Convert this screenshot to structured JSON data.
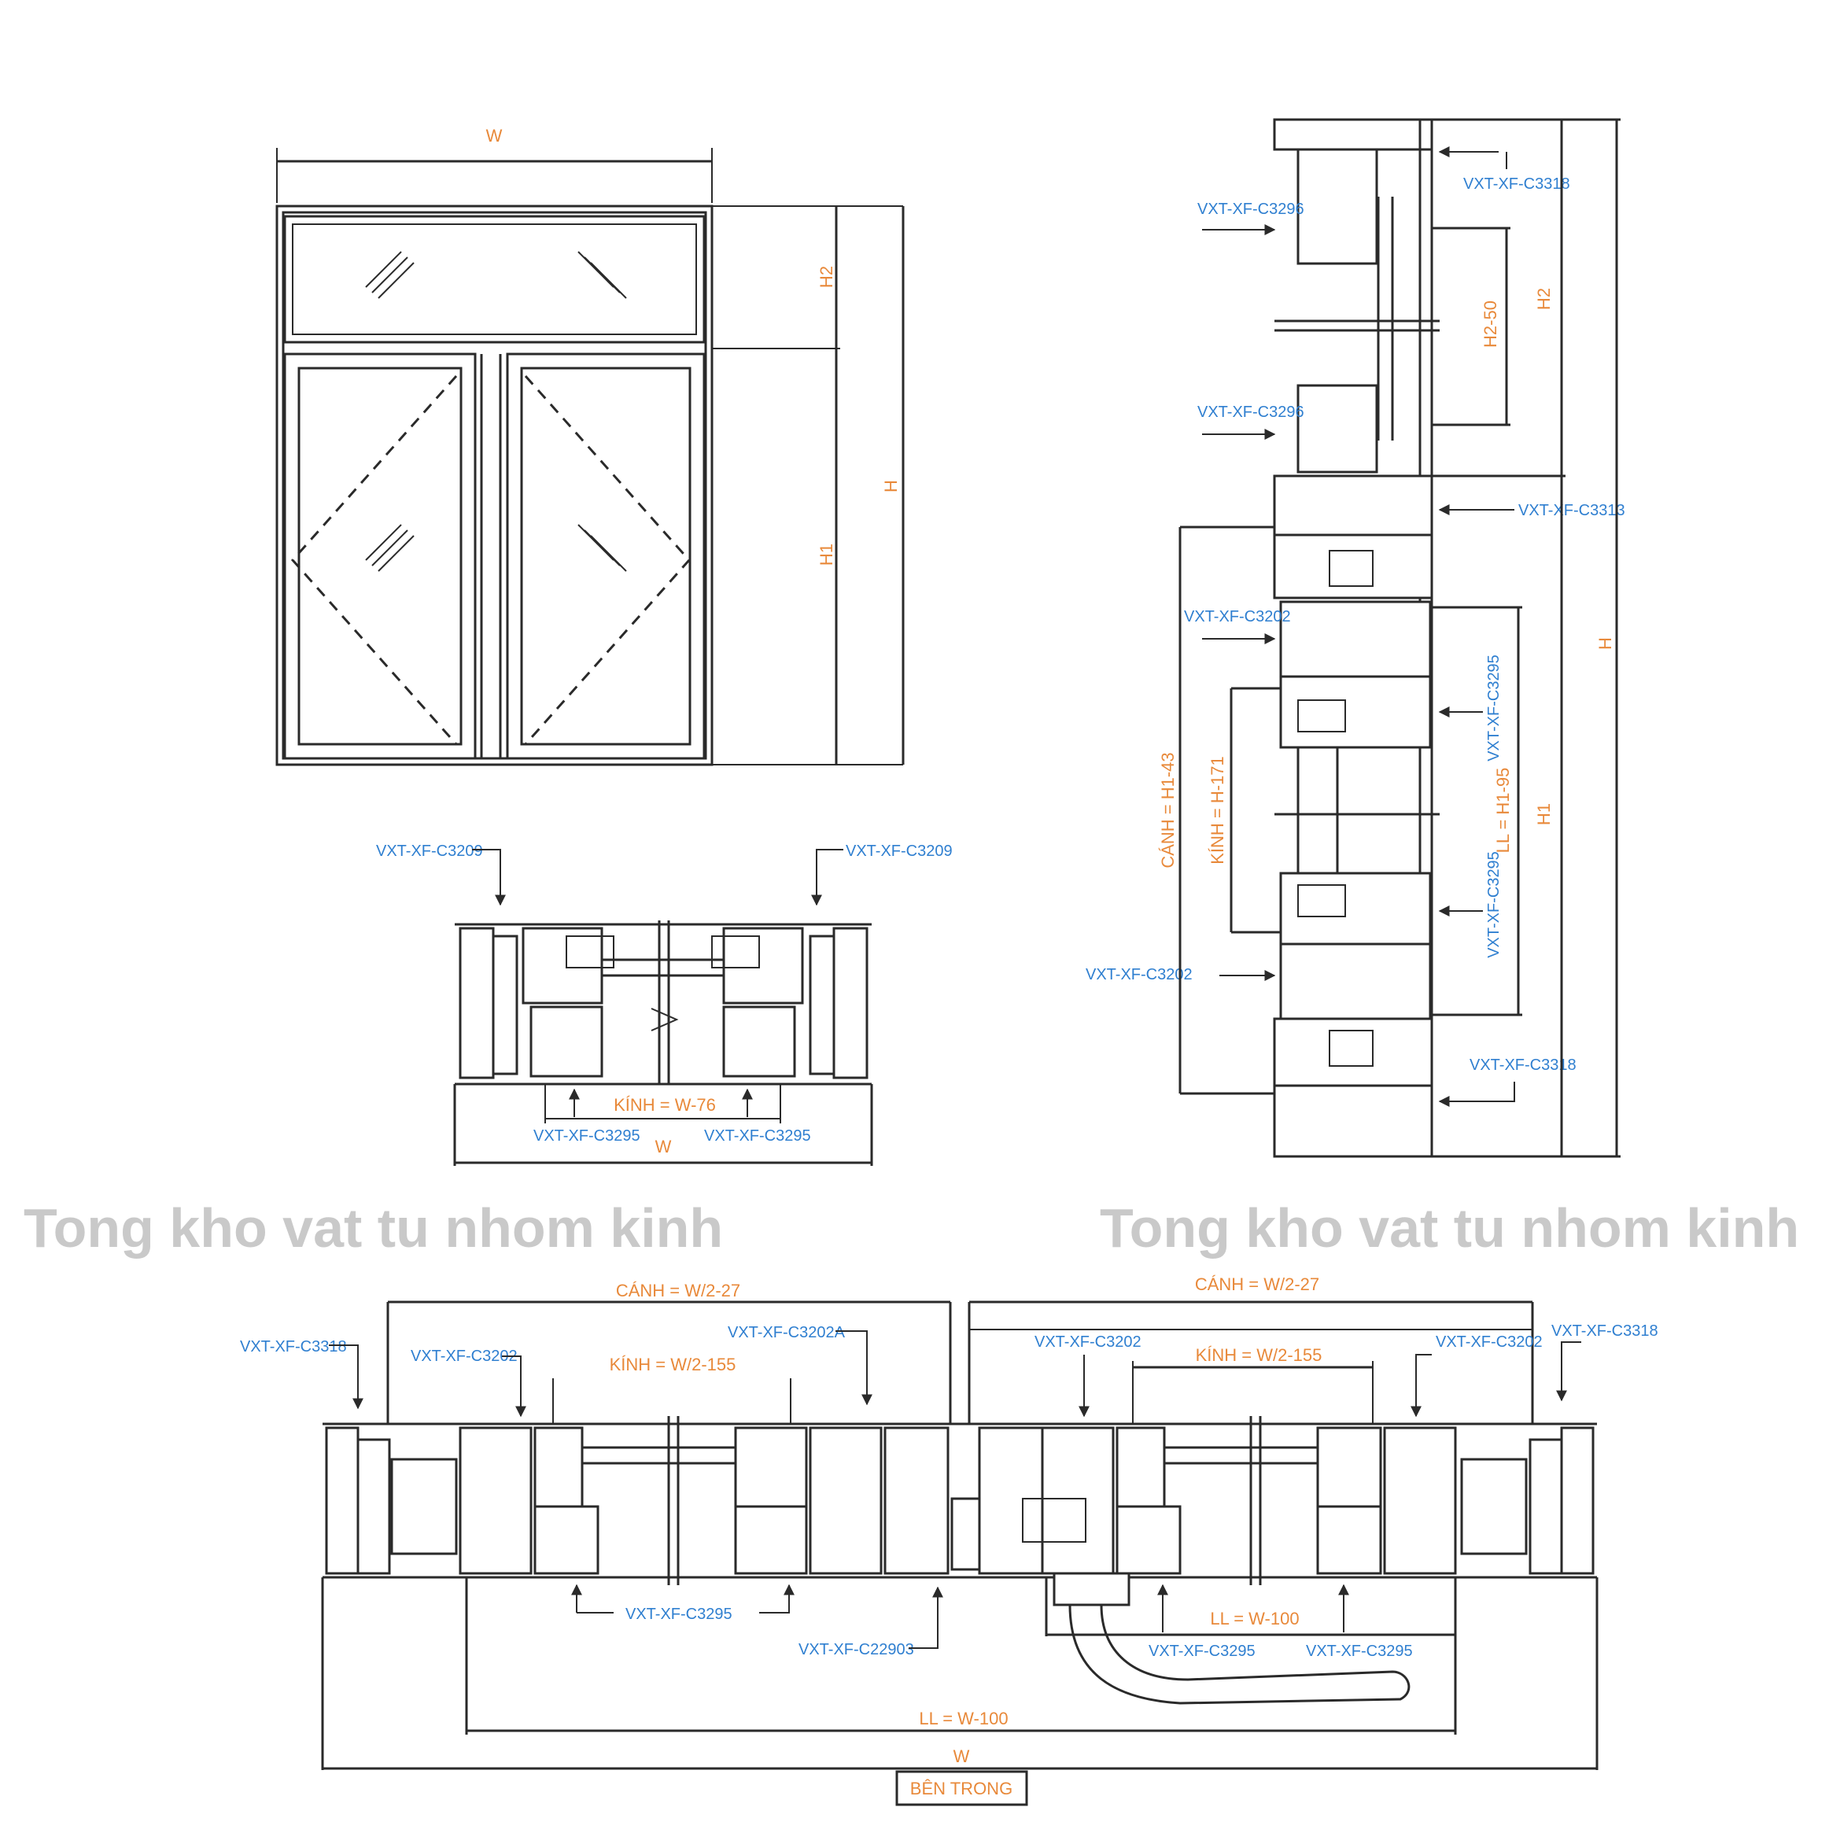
{
  "colors": {
    "dimension_label": "#e8893a",
    "part_code": "#2f7fd0",
    "line": "#2a2a2a",
    "watermark": "#c9c9c9"
  },
  "watermark": {
    "left": "Tong kho vat tu nhom kinh",
    "right": "Tong kho vat tu nhom kinh"
  },
  "elevation": {
    "w": "W",
    "h2": "H2",
    "h1": "H1",
    "h": "H"
  },
  "head_section": {
    "code_left": "VXT-XF-C3209",
    "code_right": "VXT-XF-C3209",
    "glass": "KÍNH = W-76",
    "bead_left": "VXT-XF-C3295",
    "bead_right": "VXT-XF-C3295",
    "w": "W"
  },
  "vertical_section": {
    "c3318_top": "VXT-XF-C3318",
    "c3296_a": "VXT-XF-C3296",
    "c3296_b": "VXT-XF-C3296",
    "h2_50": "H2-50",
    "h2": "H2",
    "c3313": "VXT-XF-C3313",
    "c3202_a": "VXT-XF-C3202",
    "c3202_b": "VXT-XF-C3202",
    "c3295_a": "VXT-XF-C3295",
    "c3295_b": "VXT-XF-C3295",
    "canh": "CÁNH = H1-43",
    "kinh": "KÍNH = H-171",
    "ll": "LL = H1-95",
    "h1": "H1",
    "h": "H",
    "c3318_bottom": "VXT-XF-C3318"
  },
  "plan_section": {
    "canh_left": "CÁNH = W/2-27",
    "canh_right": "CÁNH = W/2-27",
    "c3318_left": "VXT-XF-C3318",
    "c3202_left": "VXT-XF-C3202",
    "c3202a": "VXT-XF-C3202A",
    "kinh_left": "KÍNH = W/2-155",
    "c3202_mid": "VXT-XF-C3202",
    "kinh_right": "KÍNH = W/2-155",
    "c3202_right": "VXT-XF-C3202",
    "c3318_right": "VXT-XF-C3318",
    "c3295_left": "VXT-XF-C3295",
    "c22903": "VXT-XF-C22903",
    "ll_mid": "LL = W-100",
    "c3295_mid": "VXT-XF-C3295",
    "c3295_right": "VXT-XF-C3295",
    "ll_bottom": "LL = W-100",
    "w": "W",
    "inside": "BÊN TRONG"
  }
}
